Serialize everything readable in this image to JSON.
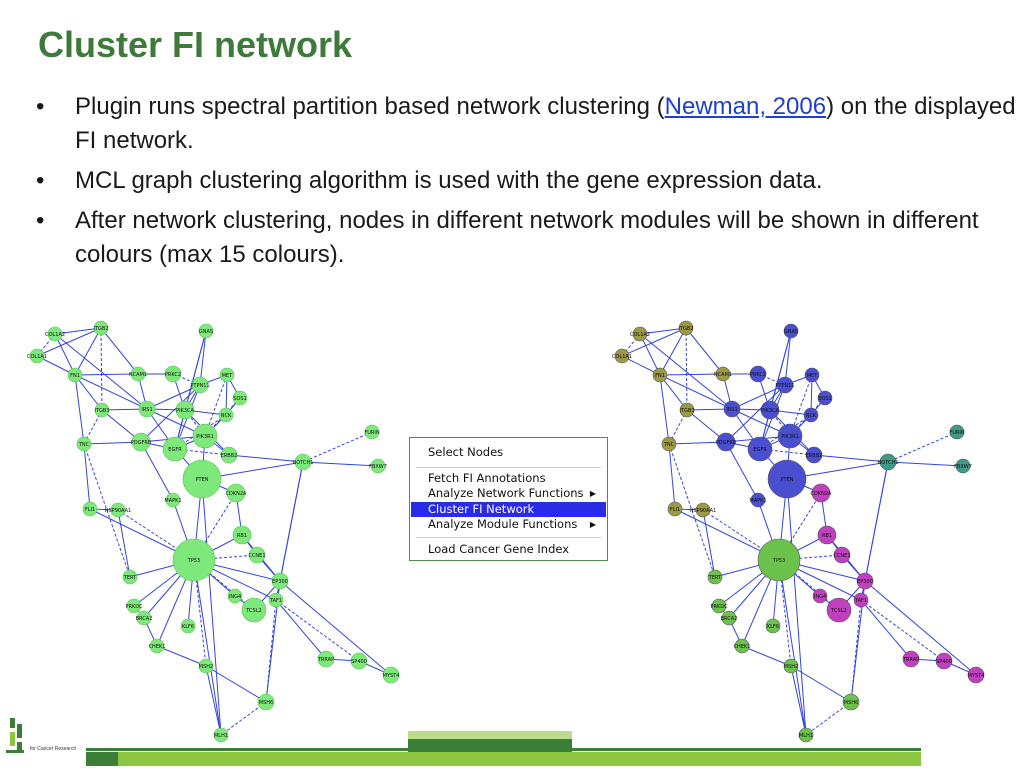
{
  "slide": {
    "title": "Cluster FI network",
    "bullets": [
      {
        "before": "Plugin runs spectral partition based network clustering (",
        "link": "Newman, 2006",
        "after": ") on the displayed FI network."
      },
      {
        "text": "MCL graph clustering algorithm is used with the gene expression data."
      },
      {
        "text": "After network clustering, nodes in different network modules will be shown in different colours (max 15 colours)."
      }
    ]
  },
  "context_menu": {
    "items": [
      {
        "label": "Select Nodes",
        "submenu": false
      },
      {
        "label": "Fetch FI Annotations",
        "submenu": false
      },
      {
        "label": "Analyze Network Functions",
        "submenu": true
      },
      {
        "label": "Cluster FI Network",
        "submenu": false,
        "selected": true
      },
      {
        "label": "Analyze Module Functions",
        "submenu": true
      },
      {
        "label": "Load Cancer Gene Index",
        "submenu": false
      }
    ]
  },
  "footer": {
    "logo_text": "for Cancer Research"
  },
  "colors": {
    "title": "#3e7a3a",
    "edge": "#3344dd",
    "node_default": "#7ee87a",
    "cluster_olive": "#9c9a45",
    "cluster_blue": "#4a4fd0",
    "cluster_green": "#6dc24e",
    "cluster_magenta": "#c040c0",
    "cluster_teal": "#3f9a8a",
    "menu_highlight": "#2a2be6",
    "bar_dark": "#3b7f36",
    "bar_light": "#8cc63f"
  },
  "network": {
    "nodes": [
      {
        "label": "COL1A2",
        "cluster": "olive"
      },
      {
        "label": "COL1A1",
        "cluster": "olive"
      },
      {
        "label": "ITGB2",
        "cluster": "olive"
      },
      {
        "label": "GNAS",
        "cluster": "blue"
      },
      {
        "label": "FN1",
        "cluster": "olive"
      },
      {
        "label": "NCAM1",
        "cluster": "olive"
      },
      {
        "label": "PRKC2",
        "cluster": "blue"
      },
      {
        "label": "MET",
        "cluster": "blue"
      },
      {
        "label": "PTPN11",
        "cluster": "blue"
      },
      {
        "label": "SOS1",
        "cluster": "blue"
      },
      {
        "label": "ITGB3",
        "cluster": "olive"
      },
      {
        "label": "IRS1",
        "cluster": "blue"
      },
      {
        "label": "PIK3CA",
        "cluster": "blue"
      },
      {
        "label": "NCK",
        "cluster": "blue"
      },
      {
        "label": "TNC",
        "cluster": "olive"
      },
      {
        "label": "PDGFRB",
        "cluster": "blue"
      },
      {
        "label": "EGFR",
        "cluster": "blue"
      },
      {
        "label": "PIK3R1",
        "cluster": "blue"
      },
      {
        "label": "ERBB2",
        "cluster": "blue"
      },
      {
        "label": "FURIN",
        "cluster": "teal"
      },
      {
        "label": "NOTCH1",
        "cluster": "teal"
      },
      {
        "label": "FBXW7",
        "cluster": "teal"
      },
      {
        "label": "PTEN",
        "cluster": "blue"
      },
      {
        "label": "MAPK1",
        "cluster": "blue"
      },
      {
        "label": "CDKN2A",
        "cluster": "magenta"
      },
      {
        "label": "FLI1",
        "cluster": "olive"
      },
      {
        "label": "HSP90AA1",
        "cluster": "olive"
      },
      {
        "label": "RB1",
        "cluster": "magenta"
      },
      {
        "label": "CCNE1",
        "cluster": "magenta"
      },
      {
        "label": "TP53",
        "cluster": "green"
      },
      {
        "label": "EP300",
        "cluster": "magenta"
      },
      {
        "label": "TERT",
        "cluster": "green"
      },
      {
        "label": "ING4",
        "cluster": "magenta"
      },
      {
        "label": "TAF1",
        "cluster": "magenta"
      },
      {
        "label": "TCSL2",
        "cluster": "magenta"
      },
      {
        "label": "PRKDC",
        "cluster": "green"
      },
      {
        "label": "BRCA2",
        "cluster": "green"
      },
      {
        "label": "KLF6",
        "cluster": "green"
      },
      {
        "label": "CHEK1",
        "cluster": "green"
      },
      {
        "label": "MSH2",
        "cluster": "green"
      },
      {
        "label": "TRRAP",
        "cluster": "magenta"
      },
      {
        "label": "SP400",
        "cluster": "magenta"
      },
      {
        "label": "MYST4",
        "cluster": "magenta"
      },
      {
        "label": "MSH6",
        "cluster": "green"
      },
      {
        "label": "MLH1",
        "cluster": "green"
      }
    ],
    "edges": [
      [
        "COL1A2",
        "FN1"
      ],
      [
        "COL1A2",
        "ITGB2"
      ],
      [
        "COL1A2",
        "COL1A1"
      ],
      [
        "COL1A1",
        "FN1"
      ],
      [
        "COL1A1",
        "ITGB2"
      ],
      [
        "ITGB2",
        "FN1"
      ],
      [
        "ITGB2",
        "NCAM1"
      ],
      [
        "ITGB2",
        "ITGB3"
      ],
      [
        "FN1",
        "ITGB3"
      ],
      [
        "FN1",
        "NCAM1"
      ],
      [
        "FN1",
        "TNC"
      ],
      [
        "FN1",
        "IRS1"
      ],
      [
        "ITGB3",
        "TNC"
      ],
      [
        "ITGB3",
        "PDGFRB"
      ],
      [
        "ITGB3",
        "IRS1"
      ],
      [
        "NCAM1",
        "PRKC2"
      ],
      [
        "NCAM1",
        "IRS1"
      ],
      [
        "PRKC2",
        "PTPN11"
      ],
      [
        "PRKC2",
        "PIK3CA"
      ],
      [
        "GNAS",
        "PTPN11"
      ],
      [
        "GNAS",
        "PIK3CA"
      ],
      [
        "MET",
        "PTPN11"
      ],
      [
        "MET",
        "PIK3R1"
      ],
      [
        "MET",
        "SOS1"
      ],
      [
        "PTPN11",
        "PIK3CA"
      ],
      [
        "PTPN11",
        "IRS1"
      ],
      [
        "PTPN11",
        "EGFR"
      ],
      [
        "SOS1",
        "PIK3R1"
      ],
      [
        "SOS1",
        "NCK"
      ],
      [
        "IRS1",
        "PIK3CA"
      ],
      [
        "IRS1",
        "PIK3R1"
      ],
      [
        "IRS1",
        "EGFR"
      ],
      [
        "PIK3CA",
        "PIK3R1"
      ],
      [
        "PIK3CA",
        "EGFR"
      ],
      [
        "PIK3CA",
        "NCK"
      ],
      [
        "PIK3CA",
        "ERBB2"
      ],
      [
        "NCK",
        "PIK3R1"
      ],
      [
        "NCK",
        "EGFR"
      ],
      [
        "PDGFRB",
        "PIK3R1"
      ],
      [
        "PDGFRB",
        "EGFR"
      ],
      [
        "PDGFRB",
        "PTPN11"
      ],
      [
        "EGFR",
        "PIK3R1"
      ],
      [
        "EGFR",
        "ERBB2"
      ],
      [
        "EGFR",
        "PTEN"
      ],
      [
        "PIK3R1",
        "ERBB2"
      ],
      [
        "PIK3R1",
        "PTEN"
      ],
      [
        "ERBB2",
        "NOTCH1"
      ],
      [
        "FURIN",
        "NOTCH1"
      ],
      [
        "NOTCH1",
        "FBXW7"
      ],
      [
        "NOTCH1",
        "EP300"
      ],
      [
        "NOTCH1",
        "PTEN"
      ],
      [
        "TNC",
        "FLI1"
      ],
      [
        "TNC",
        "TERT"
      ],
      [
        "PDGFRB",
        "MAPK1"
      ],
      [
        "PDGFRB",
        "TNC"
      ],
      [
        "FLI1",
        "HSP90AA1"
      ],
      [
        "FLI1",
        "TP53"
      ],
      [
        "HSP90AA1",
        "TP53"
      ],
      [
        "HSP90AA1",
        "TERT"
      ],
      [
        "MAPK1",
        "TP53"
      ],
      [
        "PTEN",
        "TP53"
      ],
      [
        "PTEN",
        "CDKN2A"
      ],
      [
        "CDKN2A",
        "TP53"
      ],
      [
        "CDKN2A",
        "RB1"
      ],
      [
        "RB1",
        "TP53"
      ],
      [
        "RB1",
        "CCNE1"
      ],
      [
        "RB1",
        "EP300"
      ],
      [
        "CCNE1",
        "TP53"
      ],
      [
        "CCNE1",
        "EP300"
      ],
      [
        "TP53",
        "EP300"
      ],
      [
        "TP53",
        "TERT"
      ],
      [
        "TP53",
        "ING4"
      ],
      [
        "TP53",
        "TCSL2"
      ],
      [
        "TP53",
        "PRKDC"
      ],
      [
        "TP53",
        "BRCA2"
      ],
      [
        "TP53",
        "KLF6"
      ],
      [
        "TP53",
        "CHEK1"
      ],
      [
        "TP53",
        "MSH2"
      ],
      [
        "TP53",
        "TAF1"
      ],
      [
        "EP300",
        "TAF1"
      ],
      [
        "EP300",
        "TCSL2"
      ],
      [
        "TAF1",
        "TRRAP"
      ],
      [
        "TAF1",
        "SP400"
      ],
      [
        "EP300",
        "MYST4"
      ],
      [
        "SP400",
        "MYST4"
      ],
      [
        "TRRAP",
        "SP400"
      ],
      [
        "ING4",
        "TCSL2"
      ],
      [
        "PRKDC",
        "BRCA2"
      ],
      [
        "BRCA2",
        "CHEK1"
      ],
      [
        "CHEK1",
        "MSH2"
      ],
      [
        "MSH2",
        "MSH6"
      ],
      [
        "MSH2",
        "MLH1"
      ],
      [
        "MSH6",
        "MLH1"
      ],
      [
        "MSH6",
        "EP300"
      ],
      [
        "MLH1",
        "PTEN"
      ],
      [
        "MLH1",
        "TP53"
      ],
      [
        "EP300",
        "NOTCH1"
      ],
      [
        "TAF1",
        "MSH6"
      ],
      [
        "GNAS",
        "EGFR"
      ],
      [
        "MET",
        "NCK"
      ],
      [
        "COL1A2",
        "IRS1"
      ]
    ]
  }
}
